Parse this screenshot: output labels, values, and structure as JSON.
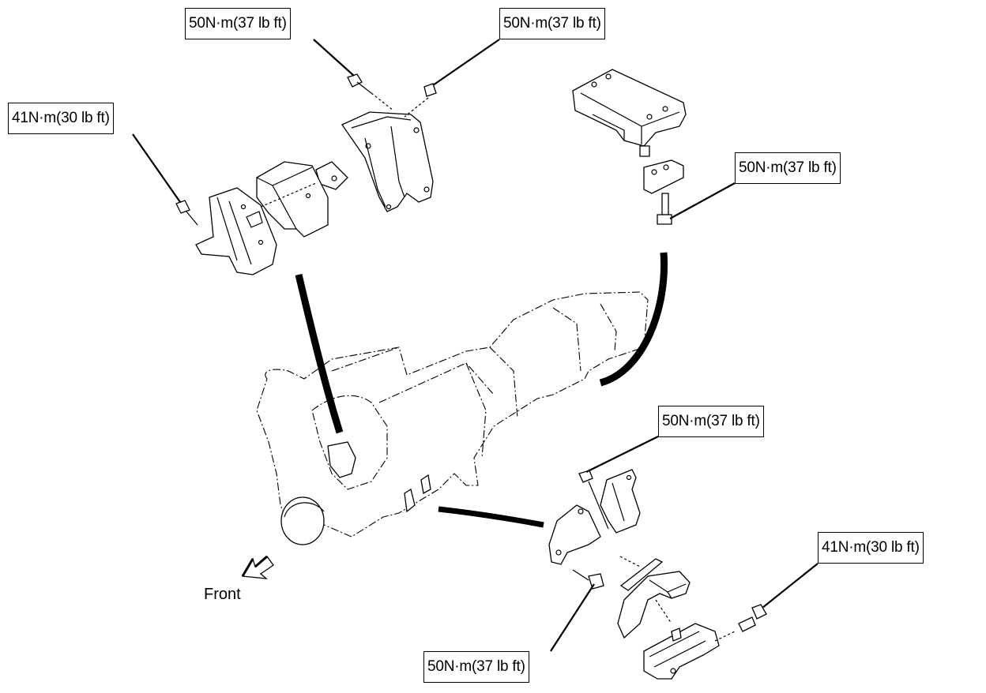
{
  "diagram": {
    "title": "Engine and transmission mount torque specifications",
    "callouts": [
      {
        "id": "top-left-bolt",
        "text": "50N·m(37 lb ft)"
      },
      {
        "id": "top-right-nut",
        "text": "50N·m(37 lb ft)"
      },
      {
        "id": "left-mount-nut",
        "text": "41N·m(30 lb ft)"
      },
      {
        "id": "transmission-mount-bolt",
        "text": "50N·m(37 lb ft)"
      },
      {
        "id": "right-mount-nut",
        "text": "50N·m(37 lb ft)"
      },
      {
        "id": "right-mount-lower-bolt",
        "text": "41N·m(30 lb ft)"
      },
      {
        "id": "right-mount-bracket-bolt",
        "text": "50N·m(37 lb ft)"
      }
    ],
    "direction_label": "Front",
    "direction_icon": "front-arrow-icon"
  }
}
